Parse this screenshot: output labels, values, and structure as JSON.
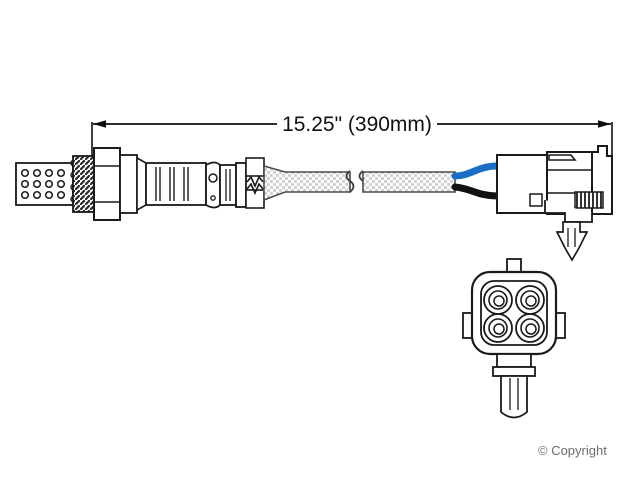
{
  "document": {
    "title": "Oxygen Sensor Technical Line Drawing",
    "background_color": "#ffffff"
  },
  "dimension": {
    "label": "15.25\" (390mm)",
    "value_inches": "15.25\"",
    "value_mm": "(390mm)",
    "line_color": "#111111"
  },
  "copyright": {
    "symbol": "©",
    "text": "© Copyright",
    "color": "#6d6d6d"
  },
  "colors": {
    "outline": "#1a1a1a",
    "fill_light": "#ffffff",
    "fill_shade": "#e8e8e8",
    "wire_blue": "#1a6fc4",
    "wire_black": "#111111",
    "cable_hatch": "#b8b8b8"
  },
  "sensor": {
    "tip_shield": {
      "name": "perforated-sensor-tip",
      "hole_rows": 3,
      "hole_columns": 4,
      "hole_count": 12
    },
    "threaded_section": {
      "name": "threaded-body",
      "thread_count": 9
    },
    "hex_nut": {
      "name": "hex-nut",
      "facets": 3
    },
    "ribbed_body": {
      "name": "ribbed-sensor-body"
    },
    "vent_hole": {
      "name": "vent-hole"
    },
    "spring_relief": {
      "name": "spring-strain-relief",
      "zigzag_count": 2
    },
    "cable": {
      "name": "braided-cable",
      "break_symbol": true,
      "texture": "braided-weave"
    },
    "wires": [
      {
        "name": "blue-wire",
        "color": "#1a6fc4"
      },
      {
        "name": "black-wire",
        "color": "#111111"
      }
    ]
  },
  "connector_side": {
    "name": "connector-side-view",
    "locking_tab": "top-latch",
    "retainer_clip": "push-in-tree-clip",
    "rib_count": 6
  },
  "connector_face": {
    "name": "connector-face-view",
    "pin_count": 4,
    "layout": "2x2",
    "pins": [
      {
        "name": "pin-top-left"
      },
      {
        "name": "pin-top-right"
      },
      {
        "name": "pin-bottom-left"
      },
      {
        "name": "pin-bottom-right"
      }
    ],
    "keyway": "top-key",
    "side_tabs": 2,
    "strain_boot": "cable-boot"
  }
}
